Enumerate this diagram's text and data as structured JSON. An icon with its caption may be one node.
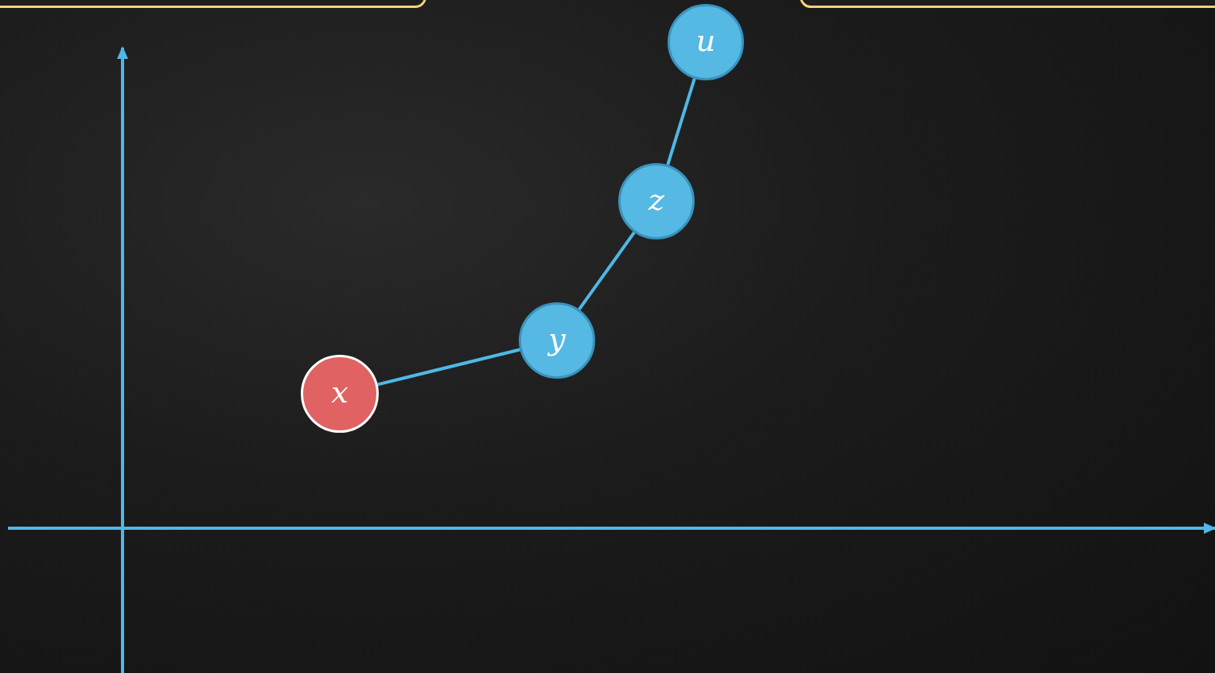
{
  "diagram": {
    "nodes": [
      {
        "text": [
          "x"
        ]
      },
      {
        "text": [
          "y"
        ]
      },
      {
        "text": [
          "z"
        ]
      },
      {
        "text": [
          "u"
        ]
      }
    ],
    "edges": [
      {
        "from": 0,
        "to": 1,
        "arrow": "none"
      },
      {
        "from": 1,
        "to": 2,
        "arrow": "none"
      },
      {
        "from": 2,
        "to": 3,
        "arrow": "none"
      }
    ]
  }
}
